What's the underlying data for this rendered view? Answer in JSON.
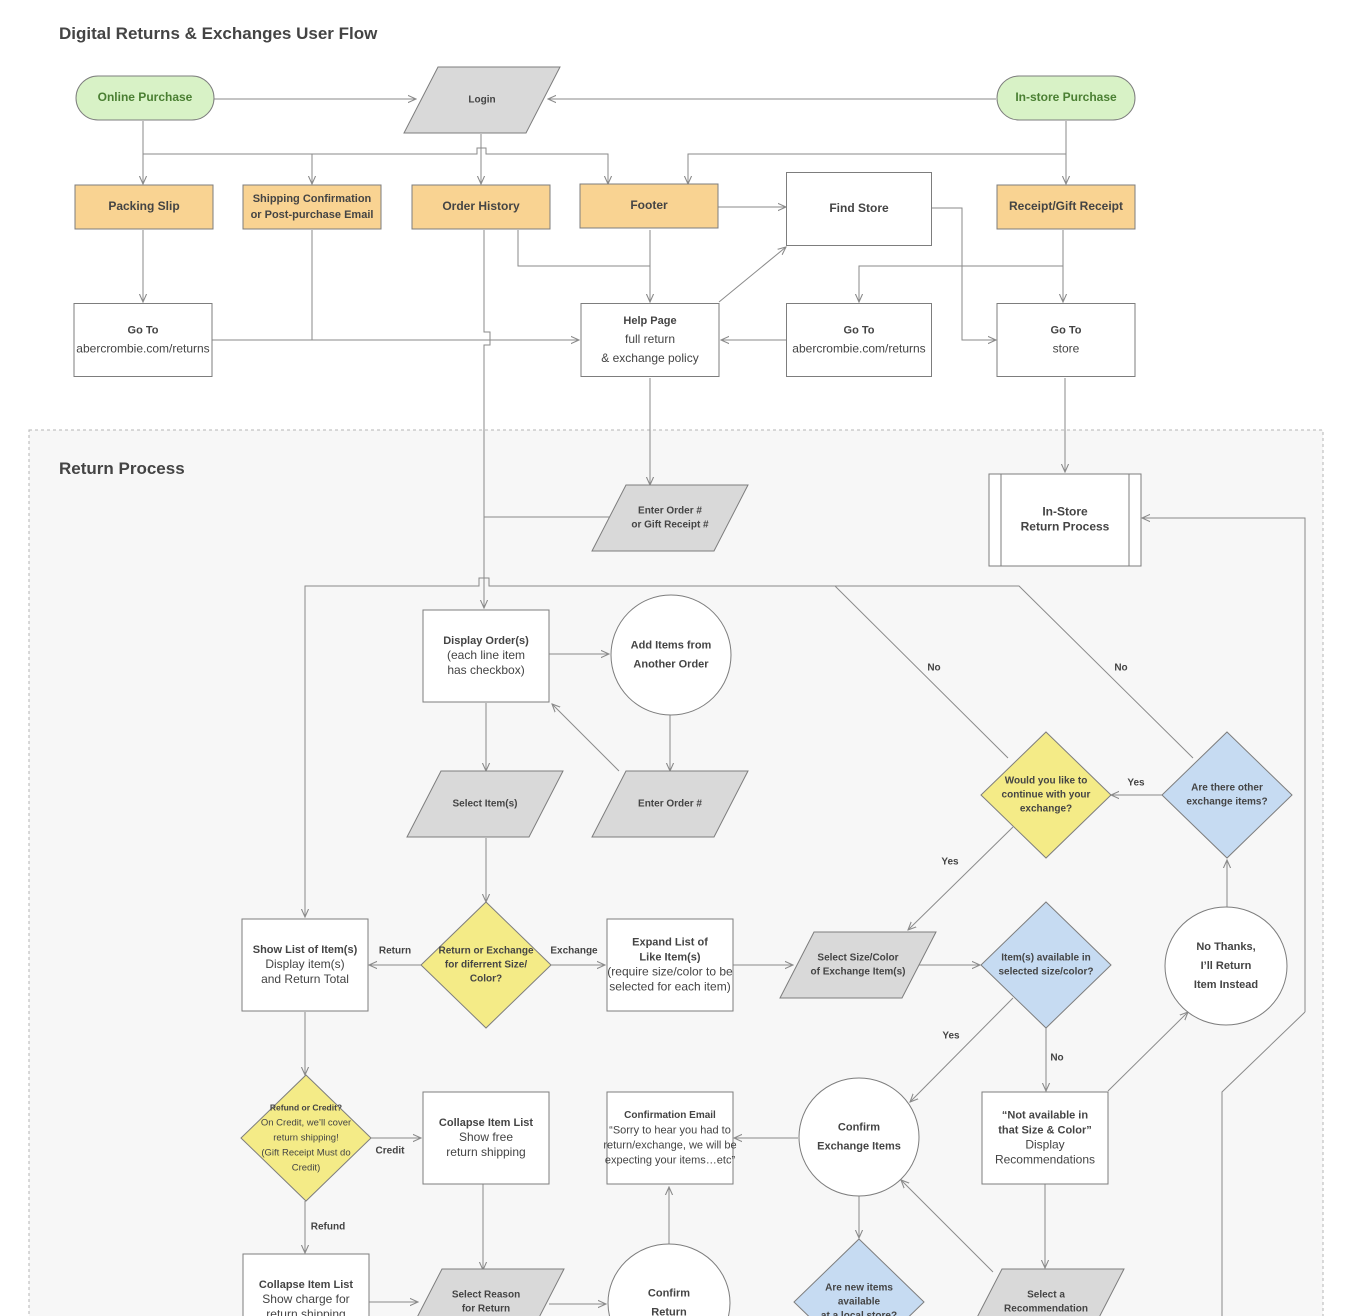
{
  "title": "Digital Returns & Exchanges User Flow",
  "region_title": "Return Process",
  "colors": {
    "green": "#d8f2c6",
    "orange": "#f9d392",
    "gray": "#d9d9d9",
    "yellow": "#f4eb87",
    "blue": "#c6dbf2",
    "white": "#ffffff",
    "green_text": "#4a7f32"
  },
  "nodes": [
    {
      "id": "online",
      "shape": "pill",
      "fill": "green",
      "lines": [
        {
          "t": "Online Purchase",
          "b": true
        }
      ]
    },
    {
      "id": "login",
      "shape": "para",
      "fill": "gray",
      "lines": [
        {
          "t": "Login",
          "b": true
        }
      ]
    },
    {
      "id": "instore",
      "shape": "pill",
      "fill": "green",
      "lines": [
        {
          "t": "In-store Purchase",
          "b": true
        }
      ]
    },
    {
      "id": "packing",
      "shape": "rect",
      "fill": "orange",
      "lines": [
        {
          "t": "Packing Slip",
          "b": true
        }
      ]
    },
    {
      "id": "shipconf",
      "shape": "rect",
      "fill": "orange",
      "lines": [
        {
          "t": "Shipping Confirmation",
          "b": true
        },
        {
          "t": "or Post-purchase Email",
          "b": true
        }
      ]
    },
    {
      "id": "orderhist",
      "shape": "rect",
      "fill": "orange",
      "lines": [
        {
          "t": "Order History",
          "b": true
        }
      ]
    },
    {
      "id": "footer",
      "shape": "rect",
      "fill": "orange",
      "lines": [
        {
          "t": "Footer",
          "b": true
        }
      ]
    },
    {
      "id": "findstore",
      "shape": "rect",
      "fill": "white",
      "lines": [
        {
          "t": "Find Store",
          "b": true
        }
      ]
    },
    {
      "id": "receipt",
      "shape": "rect",
      "fill": "orange",
      "lines": [
        {
          "t": "Receipt/Gift Receipt",
          "b": true
        }
      ]
    },
    {
      "id": "goto1",
      "shape": "rect",
      "fill": "white",
      "lines": [
        {
          "t": "Go To",
          "b": true
        },
        {
          "t": "abercrombie.com/returns",
          "b": false
        }
      ]
    },
    {
      "id": "help",
      "shape": "rect",
      "fill": "white",
      "lines": [
        {
          "t": "Help Page",
          "b": true
        },
        {
          "t": "full return",
          "b": false
        },
        {
          "t": "& exchange policy",
          "b": false
        }
      ]
    },
    {
      "id": "goto2",
      "shape": "rect",
      "fill": "white",
      "lines": [
        {
          "t": "Go To",
          "b": true
        },
        {
          "t": "abercrombie.com/returns",
          "b": false
        }
      ]
    },
    {
      "id": "gotostore",
      "shape": "rect",
      "fill": "white",
      "lines": [
        {
          "t": "Go To",
          "b": true
        },
        {
          "t": "store",
          "b": false
        }
      ]
    },
    {
      "id": "enterorder",
      "shape": "para",
      "fill": "gray",
      "lines": [
        {
          "t": "Enter Order #",
          "b": true
        },
        {
          "t": "or Gift Receipt #",
          "b": true
        }
      ]
    },
    {
      "id": "instoreproc",
      "shape": "subproc",
      "fill": "white",
      "lines": [
        {
          "t": "In-Store",
          "b": true
        },
        {
          "t": "Return Process",
          "b": true
        }
      ]
    },
    {
      "id": "display",
      "shape": "rect",
      "fill": "white",
      "lines": [
        {
          "t": "Display Order(s)",
          "b": true
        },
        {
          "t": "(each line item",
          "b": false
        },
        {
          "t": "has checkbox)",
          "b": false
        }
      ]
    },
    {
      "id": "additems",
      "shape": "circle",
      "fill": "white",
      "lines": [
        {
          "t": "Add Items from",
          "b": true
        },
        {
          "t": "Another Order",
          "b": true
        }
      ]
    },
    {
      "id": "selectitems",
      "shape": "para",
      "fill": "gray",
      "lines": [
        {
          "t": "Select Item(s)",
          "b": true
        }
      ]
    },
    {
      "id": "enterorder2",
      "shape": "para",
      "fill": "gray",
      "lines": [
        {
          "t": "Enter Order #",
          "b": true
        }
      ]
    },
    {
      "id": "continueq",
      "shape": "diamond",
      "fill": "yellow",
      "lines": [
        {
          "t": "Would you like to",
          "b": true
        },
        {
          "t": "continue with your",
          "b": true
        },
        {
          "t": "exchange?",
          "b": true
        }
      ]
    },
    {
      "id": "otherq",
      "shape": "diamond",
      "fill": "blue",
      "lines": [
        {
          "t": "Are there other",
          "b": true
        },
        {
          "t": "exchange items?",
          "b": true
        }
      ]
    },
    {
      "id": "showlist",
      "shape": "rect",
      "fill": "white",
      "lines": [
        {
          "t": "Show List of Item(s)",
          "b": true
        },
        {
          "t": "Display item(s)",
          "b": false
        },
        {
          "t": "and Return Total",
          "b": false
        }
      ]
    },
    {
      "id": "retexq",
      "shape": "diamond",
      "fill": "yellow",
      "lines": [
        {
          "t": "Return or Exchange",
          "b": true
        },
        {
          "t": "for diferrent Size/",
          "b": true
        },
        {
          "t": "Color?",
          "b": true
        }
      ]
    },
    {
      "id": "expand",
      "shape": "rect",
      "fill": "white",
      "lines": [
        {
          "t": "Expand List of",
          "b": true
        },
        {
          "t": "Like Item(s)",
          "b": true
        },
        {
          "t": "(require size/color to be",
          "b": false
        },
        {
          "t": "selected for each item)",
          "b": false
        }
      ]
    },
    {
      "id": "selectsize",
      "shape": "para",
      "fill": "gray",
      "lines": [
        {
          "t": "Select Size/Color",
          "b": true
        },
        {
          "t": "of Exchange Item(s)",
          "b": true
        }
      ]
    },
    {
      "id": "availq",
      "shape": "diamond",
      "fill": "blue",
      "lines": [
        {
          "t": "Item(s) available in",
          "b": true
        },
        {
          "t": "selected size/color?",
          "b": true
        }
      ]
    },
    {
      "id": "nothanks",
      "shape": "circle",
      "fill": "white",
      "lines": [
        {
          "t": "No Thanks,",
          "b": true
        },
        {
          "t": "I’ll Return",
          "b": true
        },
        {
          "t": "Item Instead",
          "b": true
        }
      ]
    },
    {
      "id": "refundq",
      "shape": "diamond",
      "fill": "yellow",
      "lines": [
        {
          "t": "Refund or Credit?",
          "b": true
        },
        {
          "t": "On Credit, we’ll cover",
          "b": false
        },
        {
          "t": "return shipping!",
          "b": false
        },
        {
          "t": "(Gift Receipt Must do",
          "b": false
        },
        {
          "t": "Credit)",
          "b": false
        }
      ]
    },
    {
      "id": "collapse1",
      "shape": "rect",
      "fill": "white",
      "lines": [
        {
          "t": "Collapse Item List",
          "b": true
        },
        {
          "t": "Show free",
          "b": false
        },
        {
          "t": "return shipping",
          "b": false
        }
      ]
    },
    {
      "id": "confemail",
      "shape": "rect",
      "fill": "white",
      "lines": [
        {
          "t": "Confirmation Email",
          "b": true
        },
        {
          "t": "“Sorry to hear you had to",
          "b": false
        },
        {
          "t": "return/exchange, we will be",
          "b": false
        },
        {
          "t": "expecting your items…etc”",
          "b": false
        }
      ]
    },
    {
      "id": "confexch",
      "shape": "circle",
      "fill": "white",
      "lines": [
        {
          "t": "Confirm",
          "b": true
        },
        {
          "t": "Exchange Items",
          "b": true
        }
      ]
    },
    {
      "id": "notavail",
      "shape": "rect",
      "fill": "white",
      "lines": [
        {
          "t": "“Not available in",
          "b": true
        },
        {
          "t": "that Size & Color”",
          "b": true
        },
        {
          "t": "Display",
          "b": false
        },
        {
          "t": "Recommendations",
          "b": false
        }
      ]
    },
    {
      "id": "collapse2",
      "shape": "rect",
      "fill": "white",
      "lines": [
        {
          "t": "Collapse Item List",
          "b": true
        },
        {
          "t": "Show charge for",
          "b": false
        },
        {
          "t": "return shipping",
          "b": false
        }
      ]
    },
    {
      "id": "selectreason",
      "shape": "para",
      "fill": "gray",
      "lines": [
        {
          "t": "Select Reason",
          "b": true
        },
        {
          "t": "for Return",
          "b": true
        }
      ]
    },
    {
      "id": "confreturn",
      "shape": "circle",
      "fill": "white",
      "lines": [
        {
          "t": "Confirm",
          "b": true
        },
        {
          "t": "Return",
          "b": true
        }
      ]
    },
    {
      "id": "newitemsq",
      "shape": "diamond",
      "fill": "blue",
      "lines": [
        {
          "t": "Are new items",
          "b": true
        },
        {
          "t": "available",
          "b": true
        },
        {
          "t": "at a local store?",
          "b": true
        }
      ]
    },
    {
      "id": "selectrec",
      "shape": "para",
      "fill": "gray",
      "lines": [
        {
          "t": "Select a",
          "b": true
        },
        {
          "t": "Recommendation",
          "b": true
        }
      ]
    }
  ],
  "edge_labels": [
    {
      "id": "no1",
      "t": "No"
    },
    {
      "id": "no2",
      "t": "No"
    },
    {
      "id": "yes1",
      "t": "Yes"
    },
    {
      "id": "yes2",
      "t": "Yes"
    },
    {
      "id": "return",
      "t": "Return"
    },
    {
      "id": "exchange",
      "t": "Exchange"
    },
    {
      "id": "yes3",
      "t": "Yes"
    },
    {
      "id": "no3",
      "t": "No"
    },
    {
      "id": "credit",
      "t": "Credit"
    },
    {
      "id": "refund",
      "t": "Refund"
    }
  ]
}
